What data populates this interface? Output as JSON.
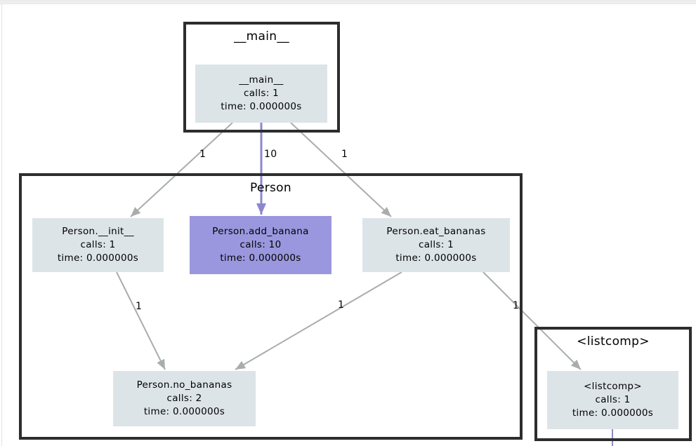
{
  "clusters": {
    "main": {
      "label": "__main__"
    },
    "person": {
      "label": "Person"
    },
    "listcomp": {
      "label": "<listcomp>"
    }
  },
  "nodes": {
    "main": {
      "name": "__main__",
      "calls": "calls: 1",
      "time": "time: 0.000000s"
    },
    "init": {
      "name": "Person.__init__",
      "calls": "calls: 1",
      "time": "time: 0.000000s"
    },
    "add_banana": {
      "name": "Person.add_banana",
      "calls": "calls: 10",
      "time": "time: 0.000000s"
    },
    "eat_bananas": {
      "name": "Person.eat_bananas",
      "calls": "calls: 1",
      "time": "time: 0.000000s"
    },
    "no_bananas": {
      "name": "Person.no_bananas",
      "calls": "calls: 2",
      "time": "time: 0.000000s"
    },
    "listcomp": {
      "name": "<listcomp>",
      "calls": "calls: 1",
      "time": "time: 0.000000s"
    }
  },
  "edges": {
    "main_to_init": {
      "label": "1"
    },
    "main_to_add_banana": {
      "label": "10"
    },
    "main_to_eat_bananas": {
      "label": "1"
    },
    "init_to_no_bananas": {
      "label": "1"
    },
    "eat_bananas_to_no_bananas": {
      "label": "1"
    },
    "eat_bananas_to_listcomp": {
      "label": "1"
    }
  },
  "colors": {
    "node_default_bg": "#dde4e8",
    "node_hot_bg": "#9b97de",
    "edge_default": "#a9adad",
    "edge_hot": "#8c88cf",
    "cluster_border": "#2d2d2d",
    "text": "#000000"
  }
}
